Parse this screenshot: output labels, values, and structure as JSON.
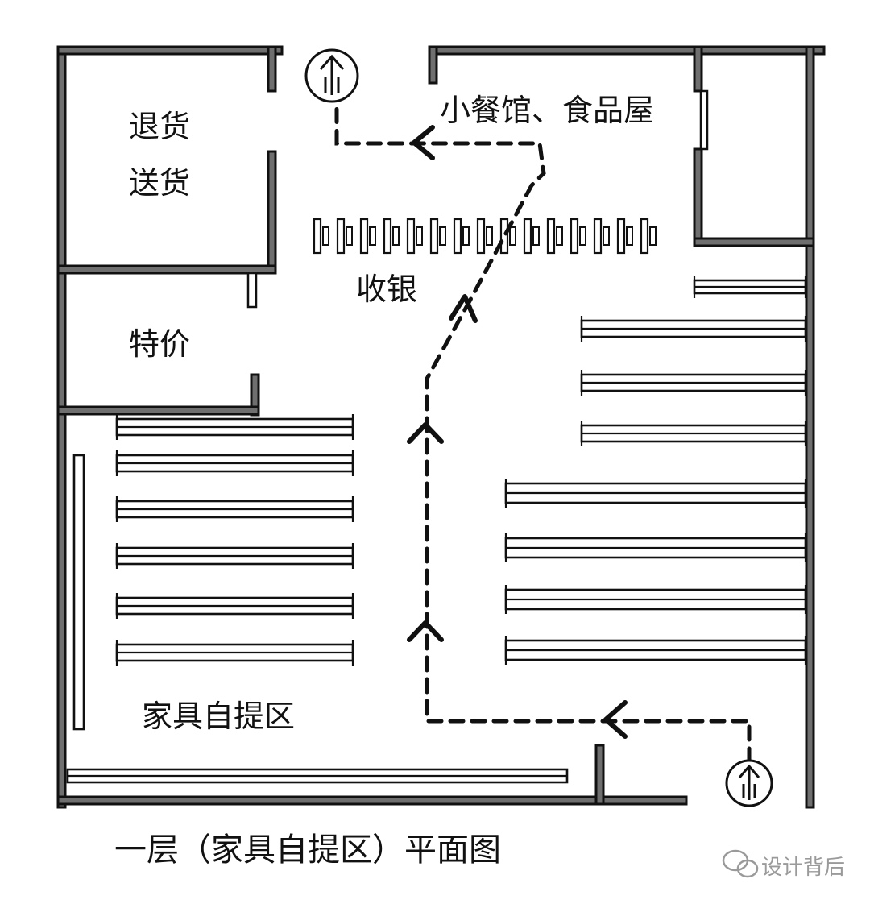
{
  "rooms": {
    "returns": "退货",
    "delivery": "送货",
    "special_price": "特价",
    "cafe_food": "小餐馆、食品屋",
    "checkout": "收银",
    "self_serve": "家具自提区"
  },
  "caption": "一层（家具自提区）平面图",
  "watermark": "设计背后",
  "icons": [
    "exit-arrow-icon",
    "entrance-arrow-icon",
    "watermark-chat-icon"
  ]
}
